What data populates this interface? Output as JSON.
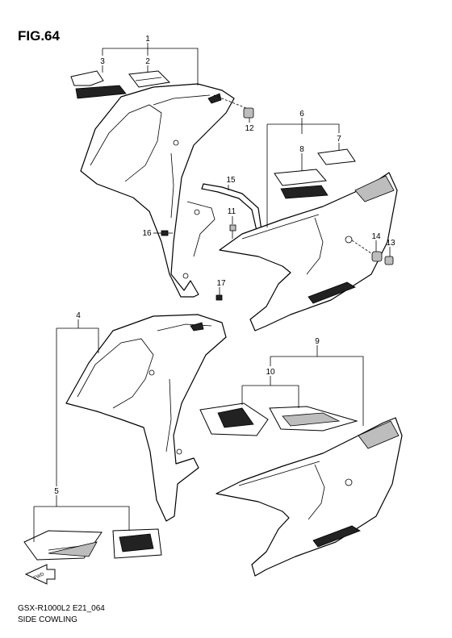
{
  "figure": {
    "label": "FIG.64"
  },
  "footer": {
    "model_code": "GSX-R1000L2 E21_064",
    "title": "SIDE COWLING"
  },
  "callouts": {
    "c1": "1",
    "c2": "2",
    "c3": "3",
    "c4": "4",
    "c5": "5",
    "c6": "6",
    "c7": "7",
    "c8": "8",
    "c9": "9",
    "c10": "10",
    "c11": "11",
    "c12": "12",
    "c13": "13",
    "c14": "14",
    "c15": "15",
    "c16": "16",
    "c17": "17"
  },
  "fwd_marker": {
    "label": "FWD",
    "icon": "forward-arrow-icon"
  }
}
